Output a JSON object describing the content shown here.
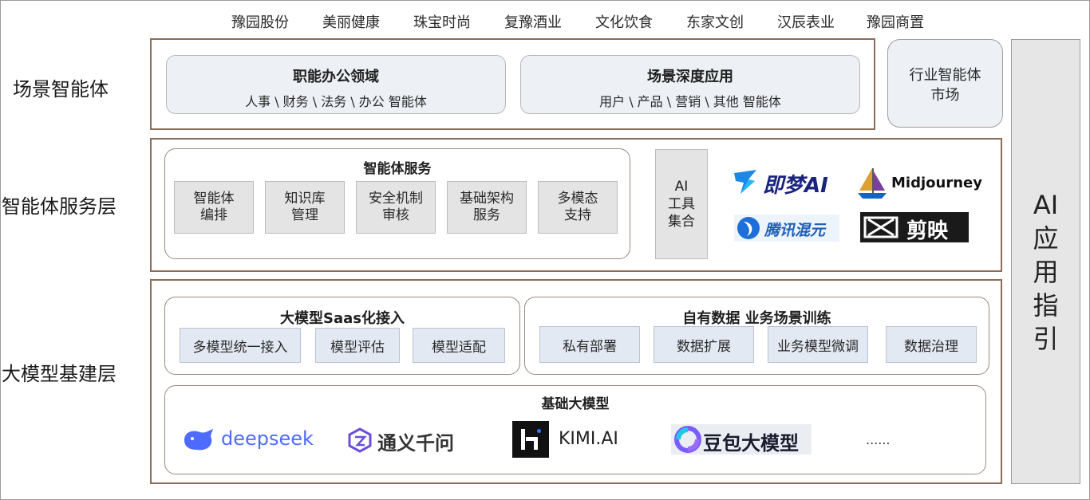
{
  "companies": [
    "豫园股份",
    "美丽健康",
    "珠宝时尚",
    "复豫酒业",
    "文化饮食",
    "东家文创",
    "汉辰表业",
    "豫园商置"
  ],
  "layers": {
    "scene": "场景智能体",
    "service": "智能体服务层",
    "base": "大模型基建层"
  },
  "scene": {
    "functional": {
      "title": "职能办公领域",
      "subtitle": "人事 \\ 财务 \\ 法务 \\ 办公 智能体"
    },
    "application": {
      "title": "场景深度应用",
      "subtitle": "用户 \\ 产品 \\ 营销 \\ 其他 智能体"
    },
    "market": {
      "line1": "行业智能体",
      "line2": "市场"
    }
  },
  "service": {
    "title": "智能体服务",
    "items": [
      {
        "l1": "智能体",
        "l2": "编排"
      },
      {
        "l1": "知识库",
        "l2": "管理"
      },
      {
        "l1": "安全机制",
        "l2": "审核"
      },
      {
        "l1": "基础架构",
        "l2": "服务"
      },
      {
        "l1": "多模态",
        "l2": "支持"
      }
    ],
    "tools": {
      "l1": "AI",
      "l2": "工具",
      "l3": "集合"
    },
    "logos": {
      "jimeng": "即梦AI",
      "midjourney": "Midjourney",
      "hunyuan": "腾讯混元",
      "jianying": "剪映"
    }
  },
  "base": {
    "saas": {
      "title": "大模型Saas化接入",
      "items": [
        "多模型统一接入",
        "模型评估",
        "模型适配"
      ]
    },
    "data": {
      "title": "自有数据 业务场景训练",
      "items": [
        "私有部署",
        "数据扩展",
        "业务模型微调",
        "数据治理"
      ]
    },
    "foundation": {
      "title": "基础大模型",
      "models": {
        "deepseek": "deepseek",
        "tongyi": "通义千问",
        "kimi": "KIMI.AI",
        "doubao": "豆包大模型",
        "more": "......"
      }
    }
  },
  "guide": {
    "chars": [
      "AI",
      "应",
      "用",
      "指",
      "引"
    ]
  },
  "colors": {
    "frame": "#8c6d5a",
    "chip": "#e3e9f2",
    "service": "#e4e4e4",
    "deepseek": "#4d6bfe",
    "jimeng": "#1e88e5"
  }
}
